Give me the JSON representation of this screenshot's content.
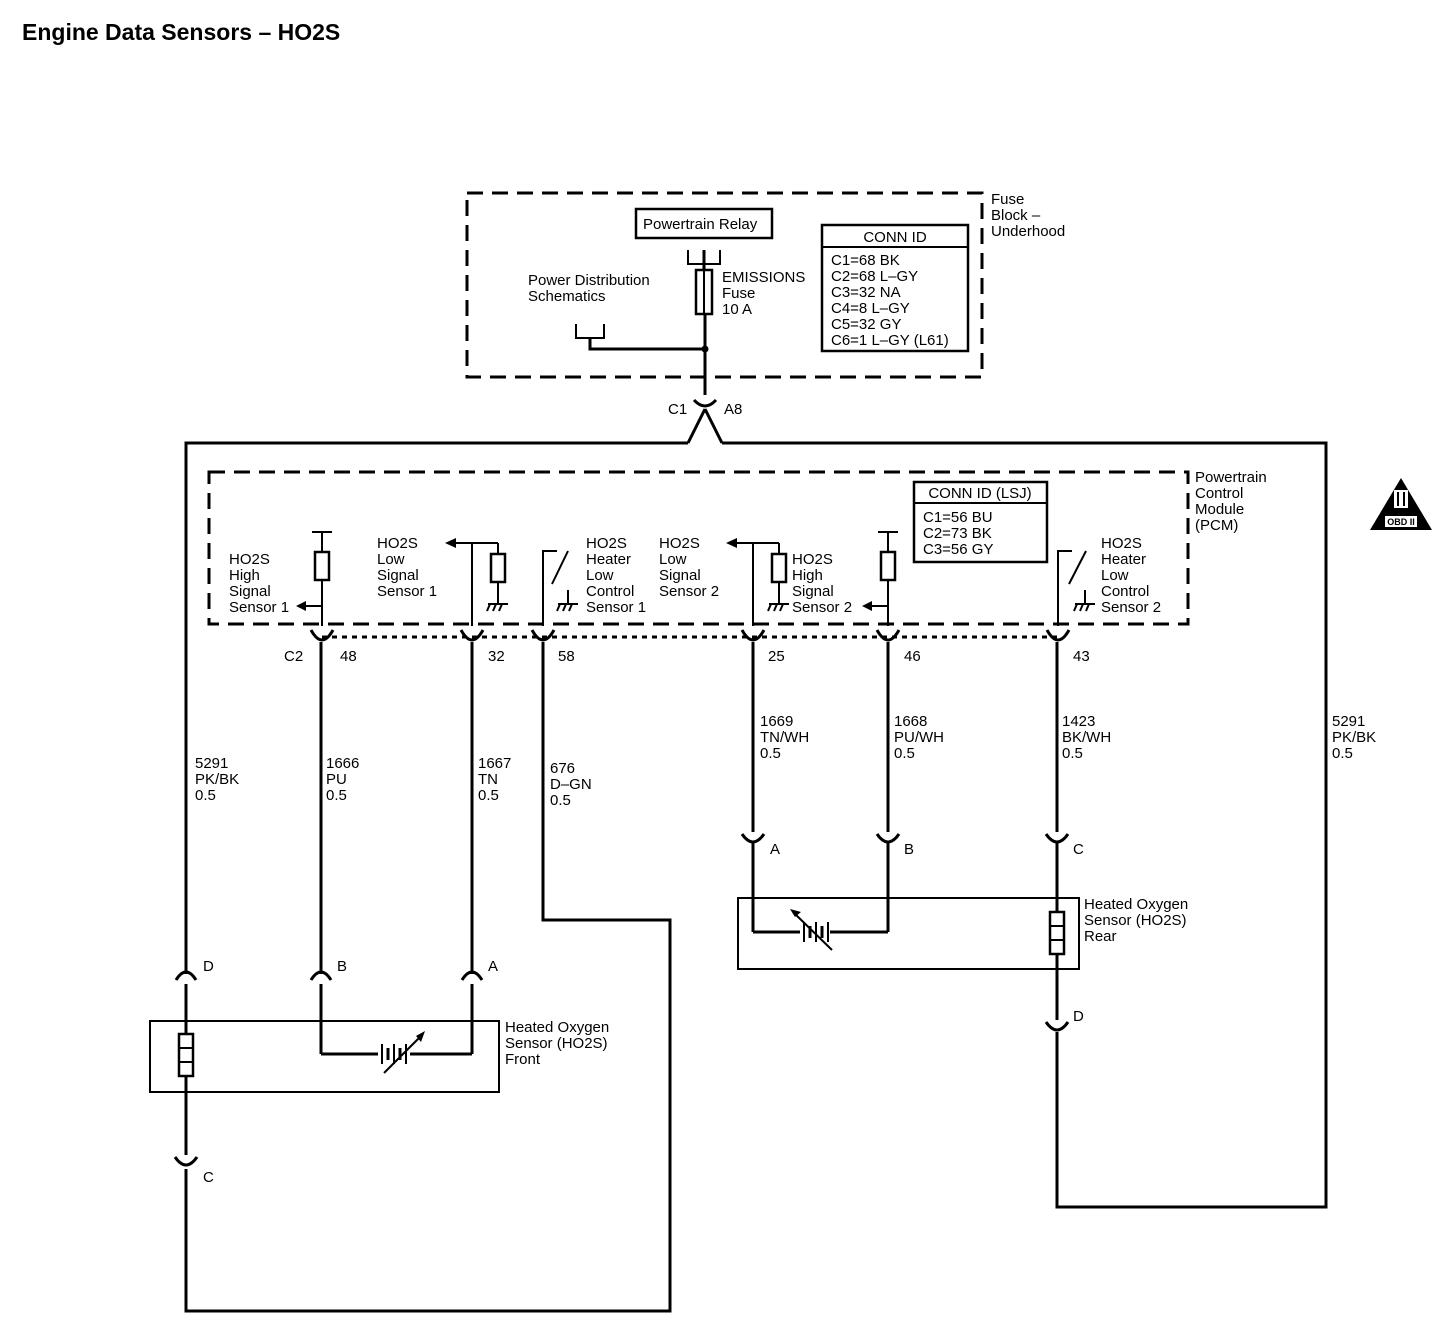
{
  "title": "Engine Data Sensors – HO2S",
  "fuse_block": {
    "label": [
      "Fuse",
      "Block –",
      "Underhood"
    ],
    "relay": "Powertrain Relay",
    "fuse": [
      "EMISSIONS",
      "Fuse",
      "10 A"
    ],
    "power_dist": [
      "Power Distribution",
      "Schematics"
    ],
    "conn_id": {
      "header": "CONN ID",
      "rows": [
        "C1=68 BK",
        "C2=68 L–GY",
        "C3=32 NA",
        "C4=8 L–GY",
        "C5=32 GY",
        "C6=1 L–GY (L61)"
      ]
    },
    "connector": {
      "left": "C1",
      "right": "A8"
    }
  },
  "pcm": {
    "label": [
      "Powertrain",
      "Control",
      "Module",
      "(PCM)"
    ],
    "conn_id": {
      "header": "CONN ID (LSJ)",
      "rows": [
        "C1=56 BU",
        "C2=73 BK",
        "C3=56 GY"
      ]
    },
    "connector": "C2",
    "circuits": [
      {
        "label": [
          "HO2S",
          "High",
          "Signal",
          "Sensor 1"
        ],
        "pin": "48"
      },
      {
        "label": [
          "HO2S",
          "Low",
          "Signal",
          "Sensor 1"
        ],
        "pin": "32"
      },
      {
        "label": [
          "HO2S",
          "Heater",
          "Low",
          "Control",
          "Sensor 1"
        ],
        "pin": "58"
      },
      {
        "label": [
          "HO2S",
          "Low",
          "Signal",
          "Sensor 2"
        ],
        "pin": "25"
      },
      {
        "label": [
          "HO2S",
          "High",
          "Signal",
          "Sensor 2"
        ],
        "pin": "46"
      },
      {
        "label": [
          "HO2S",
          "Heater",
          "Low",
          "Control",
          "Sensor 2"
        ],
        "pin": "43"
      }
    ]
  },
  "wires": [
    {
      "circuit": "5291",
      "color": "PK/BK",
      "size": "0.5"
    },
    {
      "circuit": "1666",
      "color": "PU",
      "size": "0.5"
    },
    {
      "circuit": "1667",
      "color": "TN",
      "size": "0.5"
    },
    {
      "circuit": "676",
      "color": "D–GN",
      "size": "0.5"
    },
    {
      "circuit": "1669",
      "color": "TN/WH",
      "size": "0.5"
    },
    {
      "circuit": "1668",
      "color": "PU/WH",
      "size": "0.5"
    },
    {
      "circuit": "1423",
      "color": "BK/WH",
      "size": "0.5"
    },
    {
      "circuit": "5291",
      "color": "PK/BK",
      "size": "0.5"
    }
  ],
  "front_sensor": {
    "label": [
      "Heated Oxygen",
      "Sensor (HO2S)",
      "Front"
    ],
    "pins": [
      "D",
      "B",
      "A",
      "C"
    ]
  },
  "rear_sensor": {
    "label": [
      "Heated Oxygen",
      "Sensor (HO2S)",
      "Rear"
    ],
    "pins": [
      "A",
      "B",
      "C",
      "D"
    ]
  },
  "obd_badge": "OBD II"
}
